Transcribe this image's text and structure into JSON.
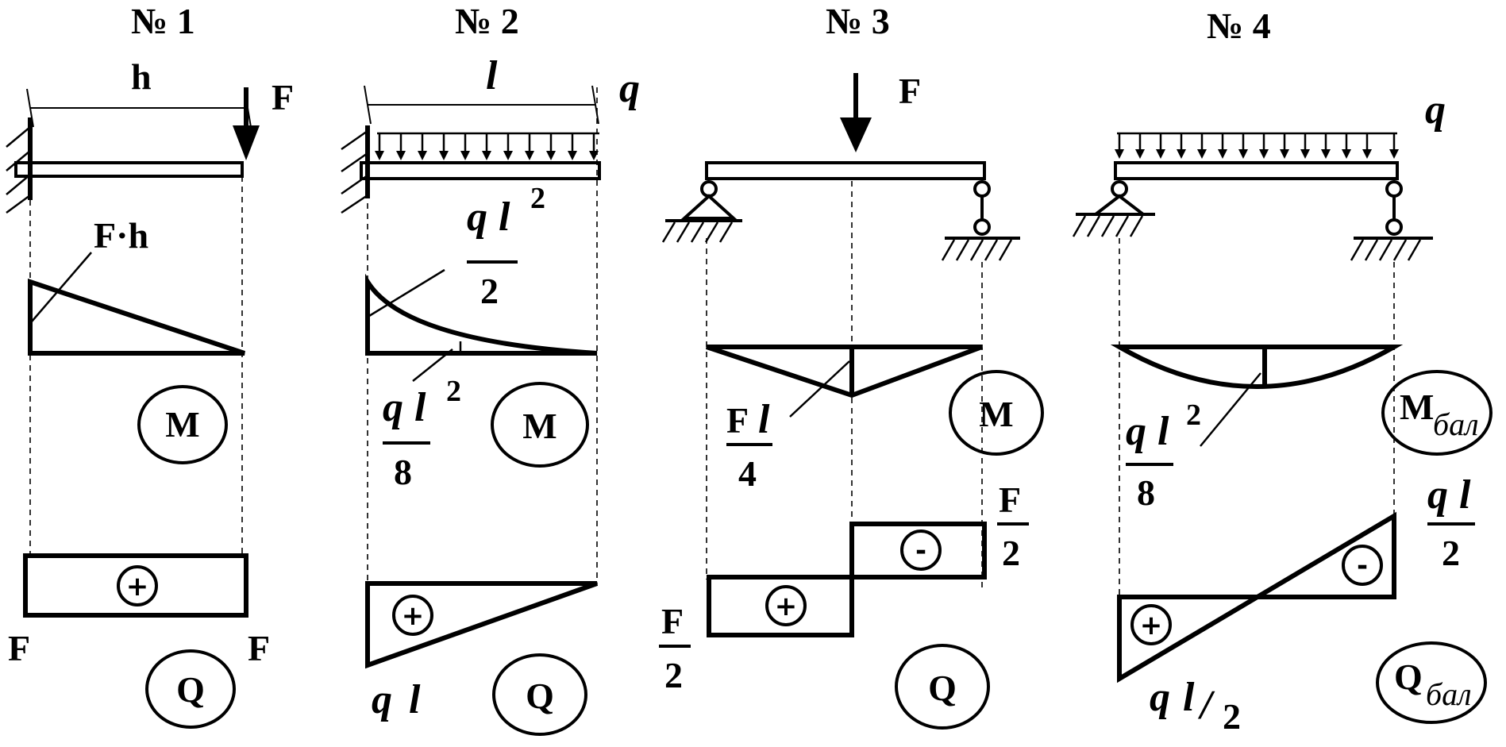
{
  "titles": {
    "d1": "№ 1",
    "d2": "№ 2",
    "d3": "№ 3",
    "d4": "№ 4"
  },
  "d1": {
    "span": "h",
    "load": "F",
    "moment_label": "F·h",
    "moment_badge": "M",
    "shear_badge": "Q",
    "shear_left": "F",
    "shear_right": "F",
    "shear_sign": "+"
  },
  "d2": {
    "span": "l",
    "load": "q",
    "moment_top": {
      "num_q": "q",
      "num_l": "l",
      "exp": "2",
      "den": "2"
    },
    "moment_mid": {
      "num_q": "q",
      "num_l": "l",
      "exp": "2",
      "den": "8"
    },
    "moment_badge": "M",
    "shear_badge": "Q",
    "shear_label": {
      "q": "q",
      "l": "l"
    },
    "shear_sign": "+"
  },
  "d3": {
    "load": "F",
    "moment": {
      "num_F": "F",
      "num_l": "l",
      "den": "4"
    },
    "moment_badge": "M",
    "shear_badge": "Q",
    "shear_top": {
      "num": "F",
      "den": "2"
    },
    "shear_bottom": {
      "num": "F",
      "den": "2"
    },
    "sign_pos": "+",
    "sign_neg": "-"
  },
  "d4": {
    "load": "q",
    "moment": {
      "num_q": "q",
      "num_l": "l",
      "exp": "2",
      "den": "8"
    },
    "moment_badge": {
      "main": "M",
      "sub": "бал"
    },
    "shear_badge": {
      "main": "Q",
      "sub": "бал"
    },
    "shear_top": {
      "q": "q",
      "l": "l",
      "den": "2"
    },
    "shear_bottom": {
      "q": "q",
      "l": "l",
      "slash": "/",
      "den": "2"
    },
    "sign_pos": "+",
    "sign_neg": "-"
  }
}
